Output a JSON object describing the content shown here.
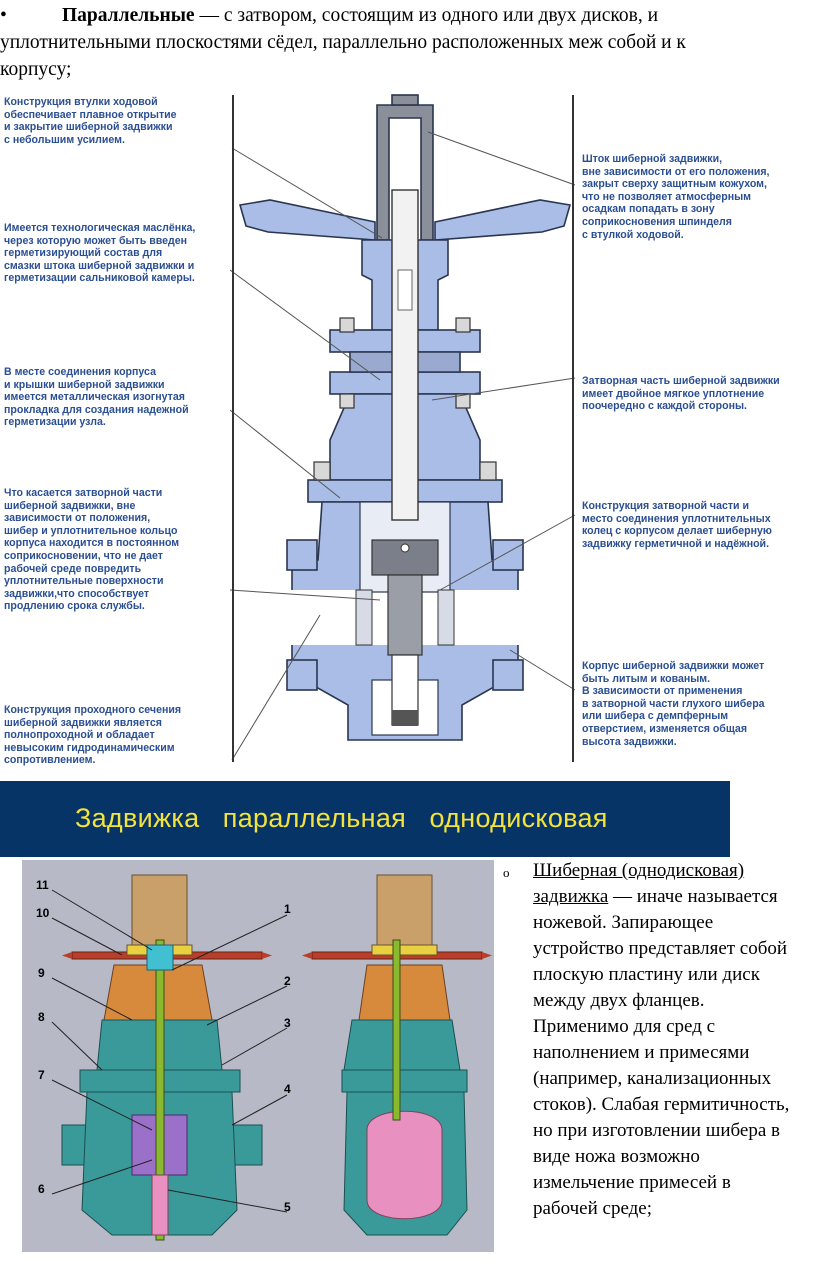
{
  "intro": {
    "bullet": "•",
    "term": "Параллельные",
    "lines": [
      " — с затвором, состоящим из одного или двух дисков, и",
      "уплотнительными плоскостями сёдел, параллельно расположенных меж собой и к",
      "корпусу;"
    ]
  },
  "callouts_left": [
    {
      "lines": [
        "Конструкция втулки ходовой",
        "обеспечивает плавное открытие",
        "и закрытие шиберной задвижки",
        "с небольшим усилием."
      ]
    },
    {
      "lines": [
        "Имеется технологическая маслёнка,",
        "через которую может быть введен",
        "герметизирующий состав для",
        "смазки штока шиберной задвижки и",
        "герметизации сальниковой камеры."
      ]
    },
    {
      "lines": [
        "В месте соединения корпуса",
        "и крышки шиберной задвижки",
        "имеется металлическая изогнутая",
        "прокладка для создания надежной",
        "герметизации узла."
      ]
    },
    {
      "lines": [
        "Что касается затворной части",
        "шиберной задвижки, вне",
        "зависимости от положения,",
        "шибер и уплотнительное кольцо",
        "корпуса находится в постоянном",
        "соприкосновении, что не дает",
        "рабочей среде повредить",
        "уплотнительные поверхности",
        "задвижки,что способствует",
        "продлению срока службы."
      ]
    },
    {
      "lines": [
        "Конструкция проходного сечения",
        "шиберной задвижки является",
        "полнопроходной и обладает",
        "невысоким гидродинамическим",
        "сопротивлением."
      ]
    }
  ],
  "callouts_right": [
    {
      "lines": [
        "Шток шиберной задвижки,",
        "вне зависимости от его положения,",
        "закрыт сверху защитным кожухом,",
        "что не позволяет атмосферным",
        "осадкам попадать в зону",
        "соприкосновения шпинделя",
        "с втулкой ходовой."
      ]
    },
    {
      "lines": [
        "Затворная часть шиберной задвижки",
        "имеет двойное мягкое уплотнение",
        "поочередно с каждой стороны."
      ]
    },
    {
      "lines": [
        "Конструкция затворной части и",
        "место соединения уплотнительных",
        "колец с корпусом делает шиберную",
        "задвижку герметичной и надёжной."
      ]
    },
    {
      "lines": [
        "Корпус шиберной задвижки может",
        "быть литым и кованым.",
        "В зависимости от применения",
        "в затворной части глухого шибера",
        "или шибера с демпферным",
        "отверстием, изменяется общая",
        "высота задвижки."
      ]
    }
  ],
  "banner": {
    "text": "Задвижка   параллельная   однодисковая"
  },
  "numbers": [
    "11",
    "10",
    "9",
    "8",
    "7",
    "6",
    "1",
    "2",
    "3",
    "4",
    "5"
  ],
  "right_paragraph": {
    "marker": "o",
    "link_lines": [
      "Шиберная (однодисковая)",
      "задвижка"
    ],
    "lines": [
      " — иначе называется",
      "ножевой. Запирающее",
      "устройство представляет собой",
      "плоскую пластину или диск",
      "между двух фланцев.",
      "Применимо для сред с",
      "наполнением и примесями",
      "(например, канализационных",
      "стоков). Слабая гермитичность,",
      "но при изготовлении шибера в",
      "виде ножа возможно",
      "измельчение примесей в",
      "рабочей среде;"
    ]
  },
  "colors": {
    "callout": "#2b4f93",
    "banner_bg": "#073467",
    "banner_text": "#f3e33b",
    "valve_body": "#a9bde6"
  }
}
